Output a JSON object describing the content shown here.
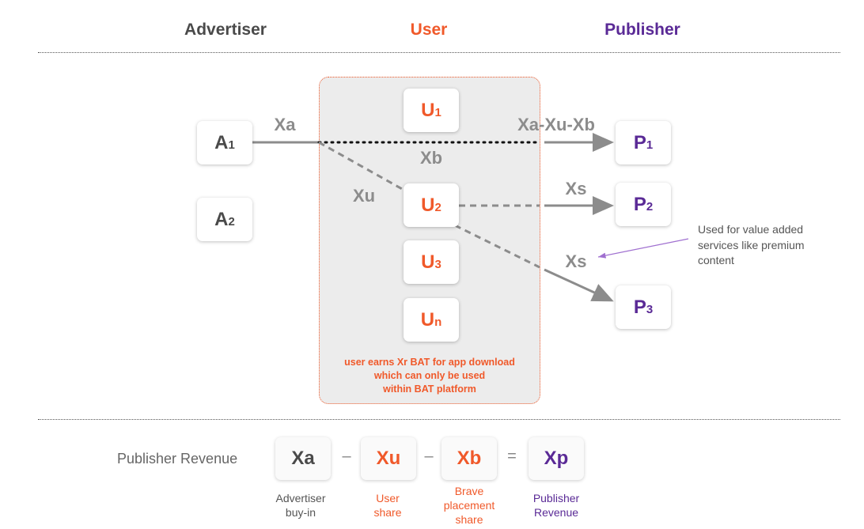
{
  "headers": {
    "advertiser": "Advertiser",
    "user": "User",
    "publisher": "Publisher"
  },
  "colors": {
    "user": "#f0592a",
    "publisher": "#5a2a96",
    "advertiser": "#4a4a4a",
    "flow": "#8c8c8c"
  },
  "advertisers": [
    {
      "letter": "A",
      "sub": "1"
    },
    {
      "letter": "A",
      "sub": "2"
    }
  ],
  "users": [
    {
      "letter": "U",
      "sub": "1"
    },
    {
      "letter": "U",
      "sub": "2"
    },
    {
      "letter": "U",
      "sub": "3"
    },
    {
      "letter": "U",
      "sub": "n"
    }
  ],
  "publishers": [
    {
      "letter": "P",
      "sub": "1"
    },
    {
      "letter": "P",
      "sub": "2"
    },
    {
      "letter": "P",
      "sub": "3"
    }
  ],
  "flows": {
    "xa": "Xa",
    "net": "Xa-Xu-Xb",
    "xb": "Xb",
    "xu": "Xu",
    "xs1": "Xs",
    "xs2": "Xs"
  },
  "user_note": [
    "user earns Xr BAT for app download",
    "which can only be used",
    "within BAT platform"
  ],
  "annotation": [
    "Used for value added",
    "services like premium",
    "content"
  ],
  "formula": {
    "label": "Publisher Revenue",
    "terms": [
      {
        "sym": "Xa",
        "caption": [
          "Advertiser",
          "buy-in"
        ]
      },
      {
        "sym": "Xu",
        "caption": [
          "User",
          "share"
        ]
      },
      {
        "sym": "Xb",
        "caption": [
          "Brave",
          "placement",
          "share"
        ]
      },
      {
        "sym": "Xp",
        "caption": [
          "Publisher",
          "Revenue"
        ]
      }
    ],
    "ops": [
      "–",
      "–",
      "="
    ]
  }
}
